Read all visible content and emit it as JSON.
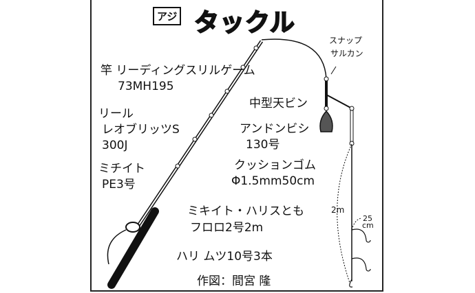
{
  "header": {
    "badge": "アジ",
    "title": "タックル"
  },
  "labels": {
    "rod": "竿 リーディングスリルゲーム",
    "rod_model": "73MH195",
    "reel": "リール",
    "reel_name": "レオブリッツS",
    "reel_model": "300J",
    "mainline": "ミチイト",
    "mainline_spec": "PE3号",
    "snap": "スナップ",
    "snap2": "サルカン",
    "tenbin": "中型天ビン",
    "sinker": "アンドンビシ",
    "sinker_size": "130号",
    "cushion": "クッションゴム",
    "cushion_spec": "Φ1.5mm50cm",
    "leader": "ミキイト・ハリスとも",
    "leader_spec": "フロロ2号2m",
    "hook": "ハリ ムツ10号3本",
    "length": "2m",
    "branch_len": "25",
    "branch_unit": "cm",
    "credit": "作図：間宮 隆"
  }
}
